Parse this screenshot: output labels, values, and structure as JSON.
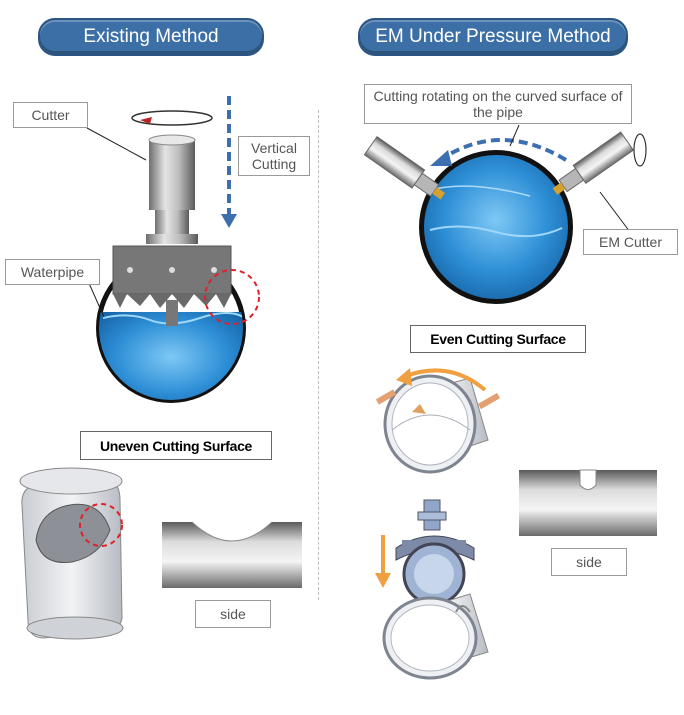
{
  "left": {
    "title": "Existing Method",
    "cutter_label": "Cutter",
    "vertical_label": "Vertical Cutting",
    "waterpipe_label": "Waterpipe",
    "uneven_label": "Uneven Cutting Surface",
    "side_label": "side"
  },
  "right": {
    "title": "EM Under Pressure Method",
    "rotating_label": "Cutting rotating on the curved surface of the pipe",
    "em_cutter_label": "EM Cutter",
    "even_label": "Even Cutting Surface",
    "side_label": "side"
  },
  "colors": {
    "title_pill": "#3c6fa5",
    "arrow_blue": "#3d6fb0",
    "arrow_orange": "#f0a040",
    "highlight_red": "#e0202a",
    "water": "#2e8fd6"
  }
}
